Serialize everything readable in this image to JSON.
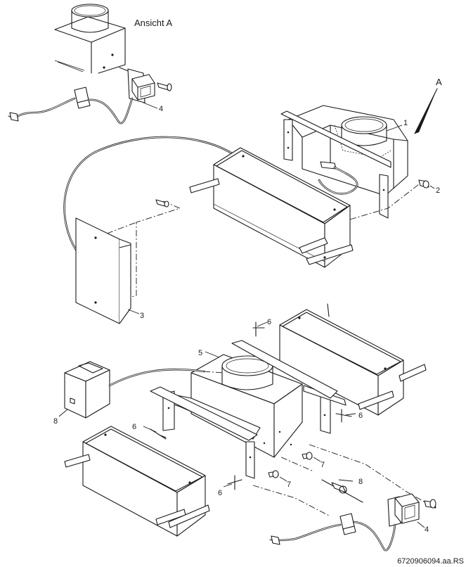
{
  "view_label": "Ansicht A",
  "view_marker": "A",
  "callouts": {
    "c1": "1",
    "c2": "2",
    "c3": "3",
    "c4_top": "4",
    "c4_bottom": "4",
    "c5": "5",
    "c6_a": "6",
    "c6_b": "6",
    "c6_c": "6",
    "c6_d": "6",
    "c7_a": "7",
    "c7_b": "7",
    "c8_a": "8",
    "c8_b": "8"
  },
  "drawing_reference": "6720906094.aa.RS"
}
